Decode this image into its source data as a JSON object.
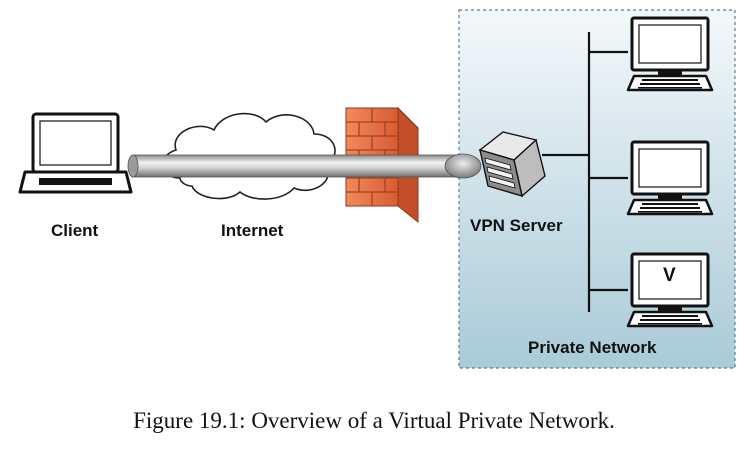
{
  "labels": {
    "client": "Client",
    "internet": "Internet",
    "vpn_server": "VPN Server",
    "private_network": "Private Network",
    "victim_marker": "V"
  },
  "caption": "Figure 19.1: Overview of a Virtual Private Network.",
  "colors": {
    "private_network_top": "#f4f8fa",
    "private_network_bottom": "#a9cbd8",
    "private_network_border": "#5a7f8f",
    "firewall": "#e8734a",
    "tunnel": "#b8b8b8"
  },
  "icons": [
    "laptop-icon",
    "cloud-icon",
    "firewall-icon",
    "vpn-server-icon",
    "desktop-computer-icon"
  ]
}
